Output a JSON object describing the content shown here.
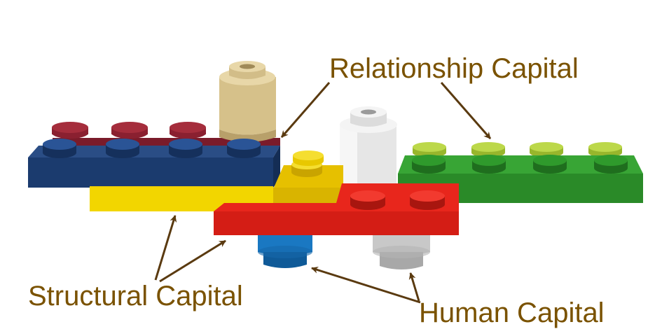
{
  "labels": {
    "relationship": "Relationship Capital",
    "structural": "Structural Capital",
    "human": "Human Capital"
  },
  "colors": {
    "label_text": "#7a5200",
    "arrow": "#5a3a10",
    "navy": "#1b3b6e",
    "maroon": "#8a2030",
    "yellow": "#e6c000",
    "red": "#e8261c",
    "green": "#2f9a2c",
    "lime": "#a8c83a",
    "tan": "#d6c18a",
    "white_gray": "#e6e6e6",
    "blue": "#1a78c2",
    "gray": "#c4c4c4"
  }
}
